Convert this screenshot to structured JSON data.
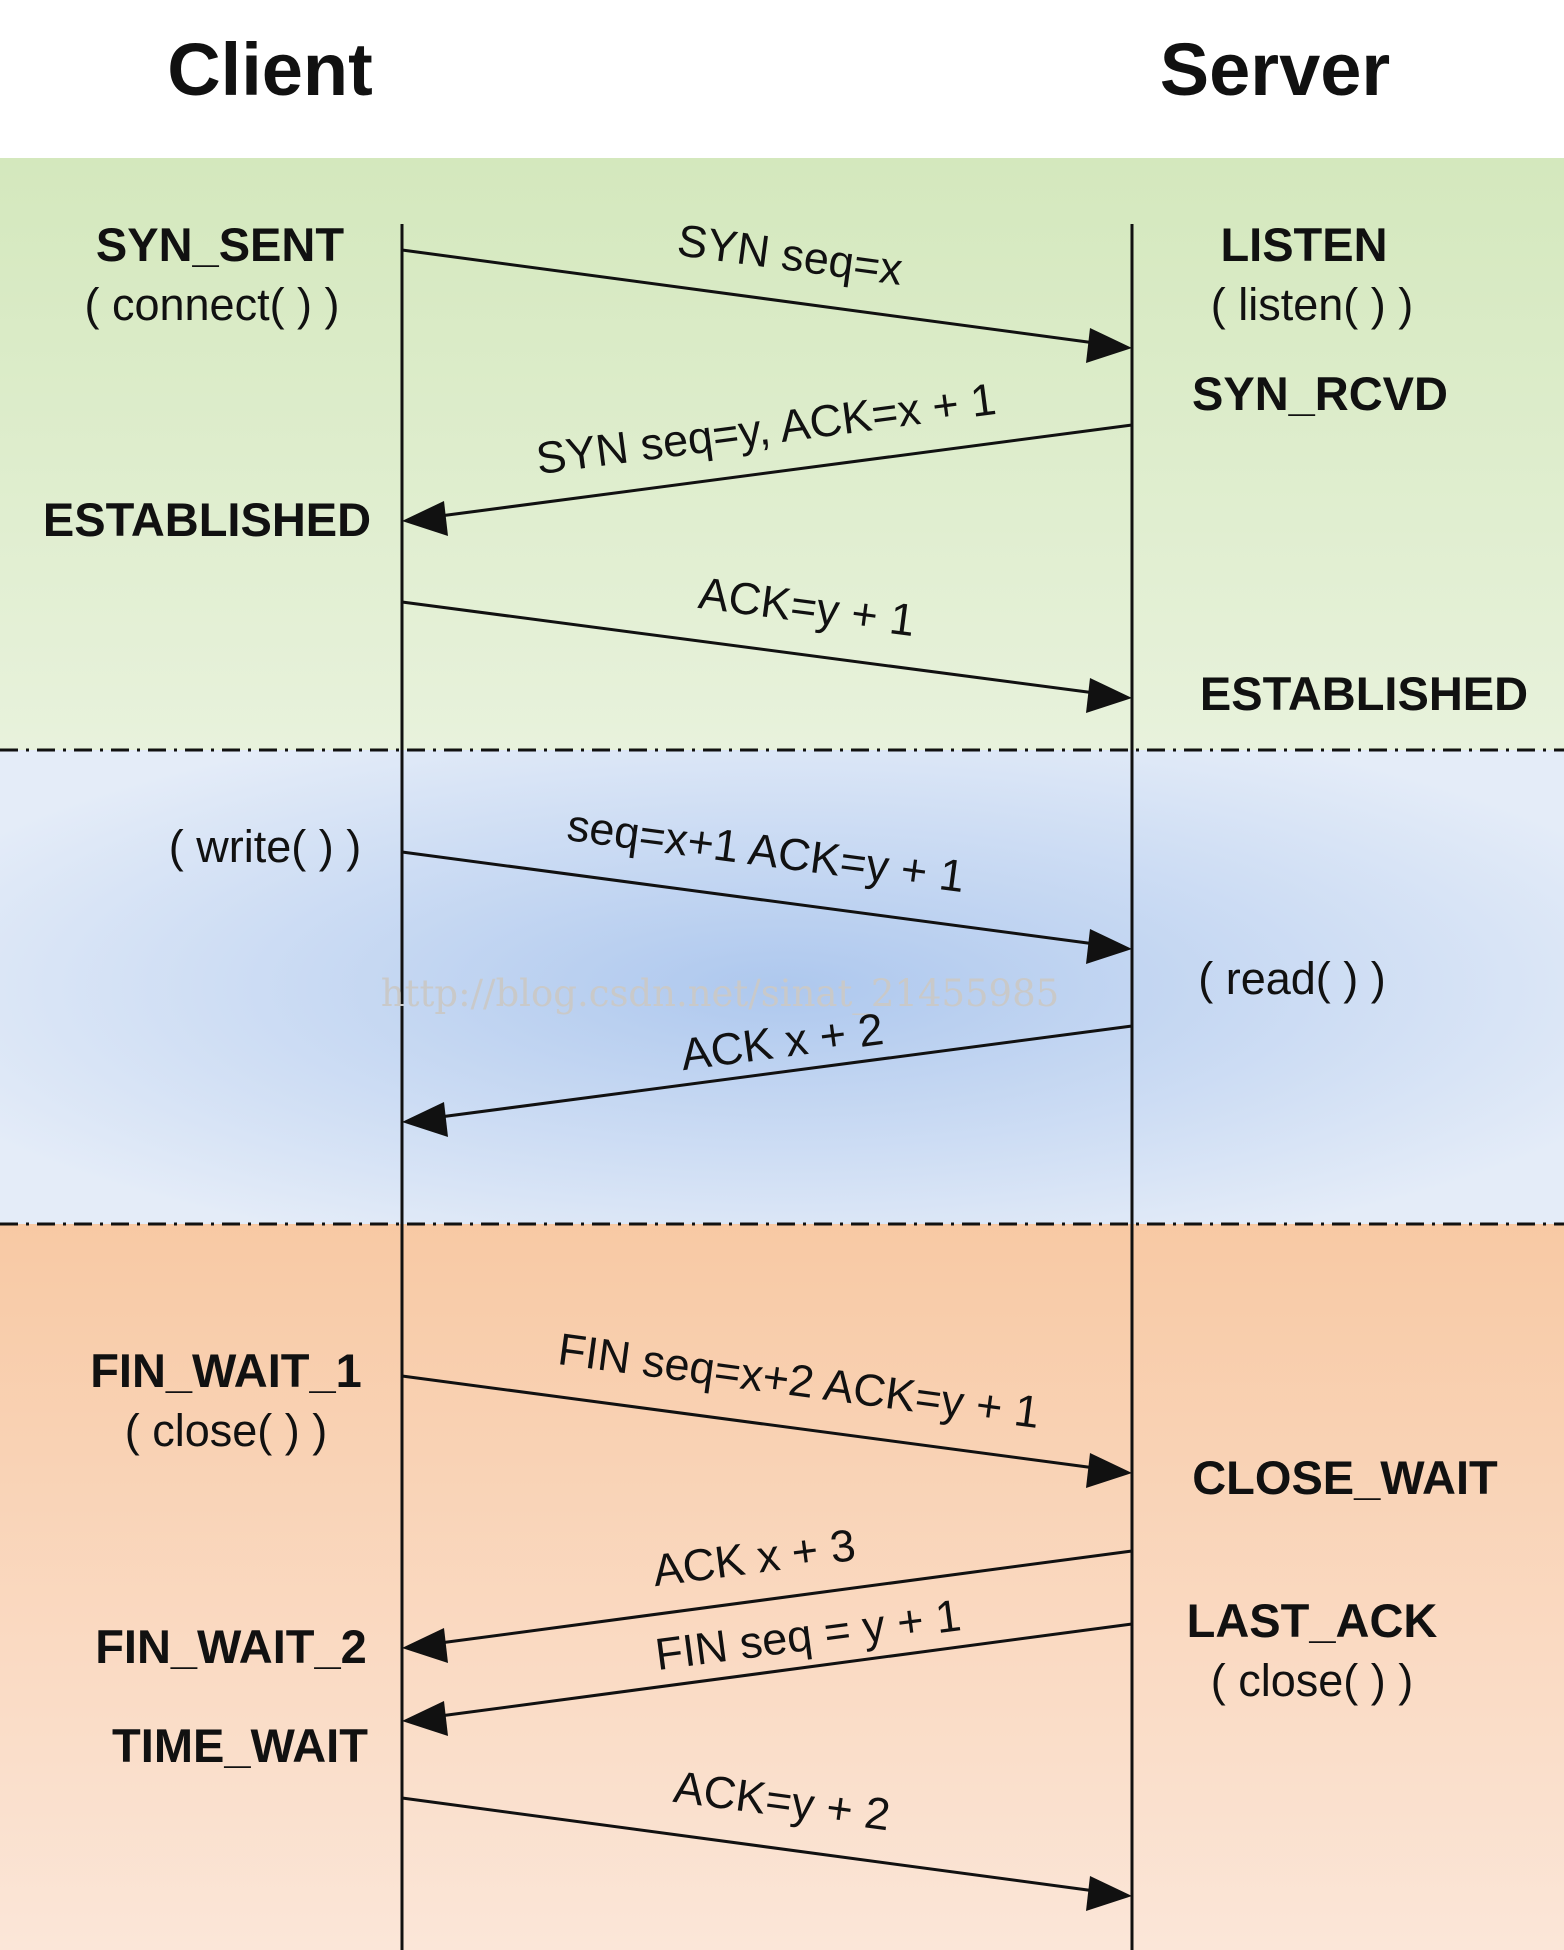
{
  "header": {
    "client": "Client",
    "server": "Server"
  },
  "colors": {
    "handshake_band": "#d9ebc4",
    "transfer_band": "#c6d8f2",
    "teardown_band": "#f8d3b8",
    "line": "#111111"
  },
  "client_states": {
    "syn_sent": "SYN_SENT",
    "connect_call": "( connect( ) )",
    "established": "ESTABLISHED",
    "write_call": "( write( ) )",
    "fin_wait_1": "FIN_WAIT_1",
    "close_call": "( close( ) )",
    "fin_wait_2": "FIN_WAIT_2",
    "time_wait": "TIME_WAIT"
  },
  "server_states": {
    "listen": "LISTEN",
    "listen_call": "( listen( ) )",
    "syn_rcvd": "SYN_RCVD",
    "established": "ESTABLISHED",
    "read_call": "( read( ) )",
    "close_wait": "CLOSE_WAIT",
    "last_ack": "LAST_ACK",
    "close_call": "( close( ) )"
  },
  "messages": [
    {
      "label": "SYN seq=x",
      "direction": "client-to-server"
    },
    {
      "label": "SYN seq=y, ACK=x + 1",
      "direction": "server-to-client"
    },
    {
      "label": "ACK=y + 1",
      "direction": "client-to-server"
    },
    {
      "label": "seq=x+1 ACK=y + 1",
      "direction": "client-to-server"
    },
    {
      "label": "ACK x + 2",
      "direction": "server-to-client"
    },
    {
      "label": "FIN seq=x+2 ACK=y + 1",
      "direction": "client-to-server"
    },
    {
      "label": "ACK x + 3",
      "direction": "server-to-client"
    },
    {
      "label": "FIN seq = y + 1",
      "direction": "server-to-client"
    },
    {
      "label": "ACK=y + 2",
      "direction": "client-to-server"
    }
  ],
  "watermark": "http://blog.csdn.net/sinat_21455985"
}
